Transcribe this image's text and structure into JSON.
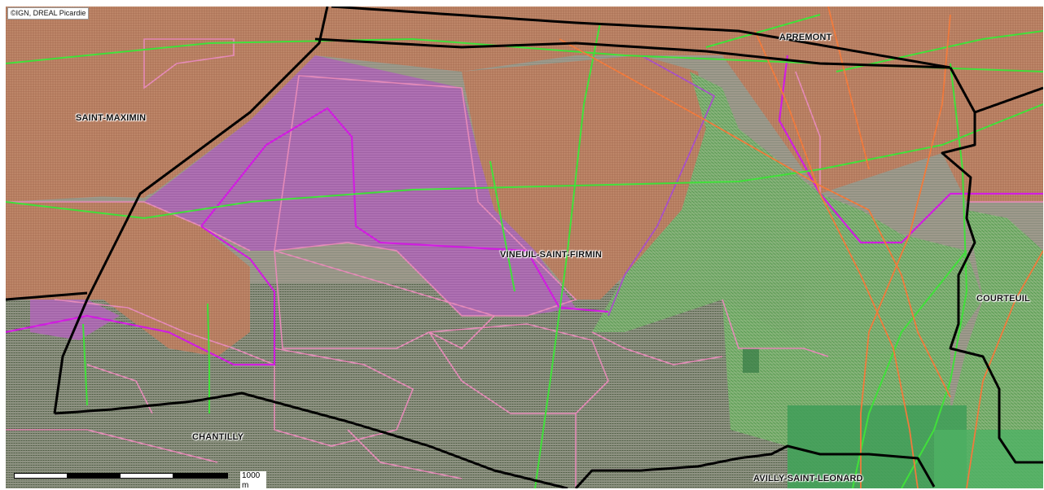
{
  "map": {
    "copyright": "©IGN, DREAL Picardie",
    "scale_label": "1000 m",
    "labels": {
      "saint_maximin": "SAINT-MAXIMIN",
      "apremont": "APREMONT",
      "vineuil": "VINEUIL-SAINT-FIRMIN",
      "courteuil": "COURTEUIL",
      "chantilly": "CHANTILLY",
      "avilly": "AVILLY-SAINT-LEONARD"
    },
    "colors": {
      "commune_boundary": "#000000",
      "zone_pink": "#e58ab8",
      "zone_magenta": "#d11ee0",
      "zone_purple": "#a850c8",
      "zone_green": "#3fae4a",
      "line_green": "#40e03a",
      "line_orange": "#f07a3c",
      "zone_brown": "#b67a5c"
    }
  }
}
